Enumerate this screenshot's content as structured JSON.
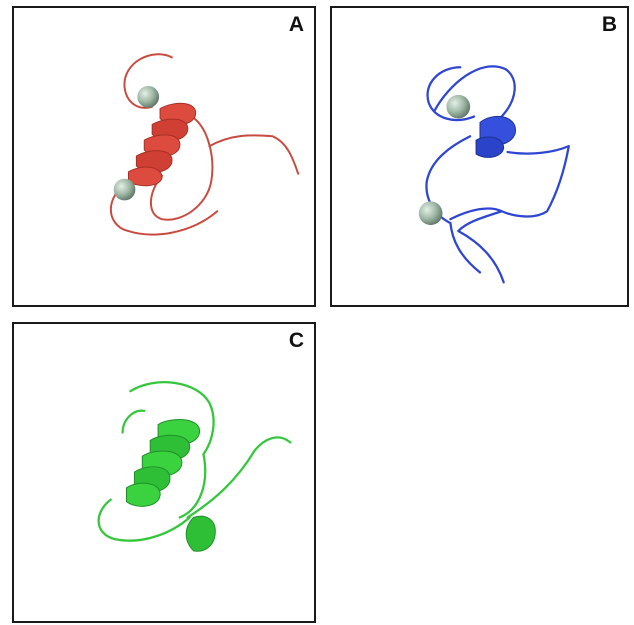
{
  "panels": [
    {
      "label": "A",
      "color": "#d1453a",
      "structure": "helix-ribbon-with-coil",
      "spheres": 2
    },
    {
      "label": "B",
      "color": "#2f46d2",
      "structure": "coil-ribbon-short-turn",
      "spheres": 2
    },
    {
      "label": "C",
      "color": "#35c73b",
      "structure": "helix-ribbon-with-coil",
      "spheres": 0
    }
  ],
  "sphere_color": "#9fb8a6"
}
